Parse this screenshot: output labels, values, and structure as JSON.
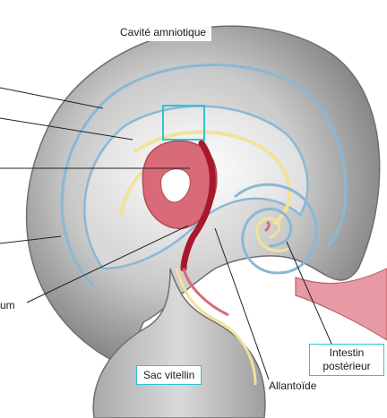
{
  "labels": {
    "amniotic_cavity": "Cavité amniotique",
    "yolk_sac": "Sac vitellin",
    "allantois": "Allantoïde",
    "hindgut": "Intestin postérieur",
    "partial_left": "um"
  },
  "colors": {
    "highlight_box": "#2fc4d2",
    "amnion_line": "#8ab8d6",
    "endoderm_yellow": "#f2e29a",
    "heart_pink": "#d96a78",
    "vessel_red": "#a8182a",
    "embryo_grey": "#9a9a9a",
    "yolk_sac_grey": "#c6c6c6"
  }
}
